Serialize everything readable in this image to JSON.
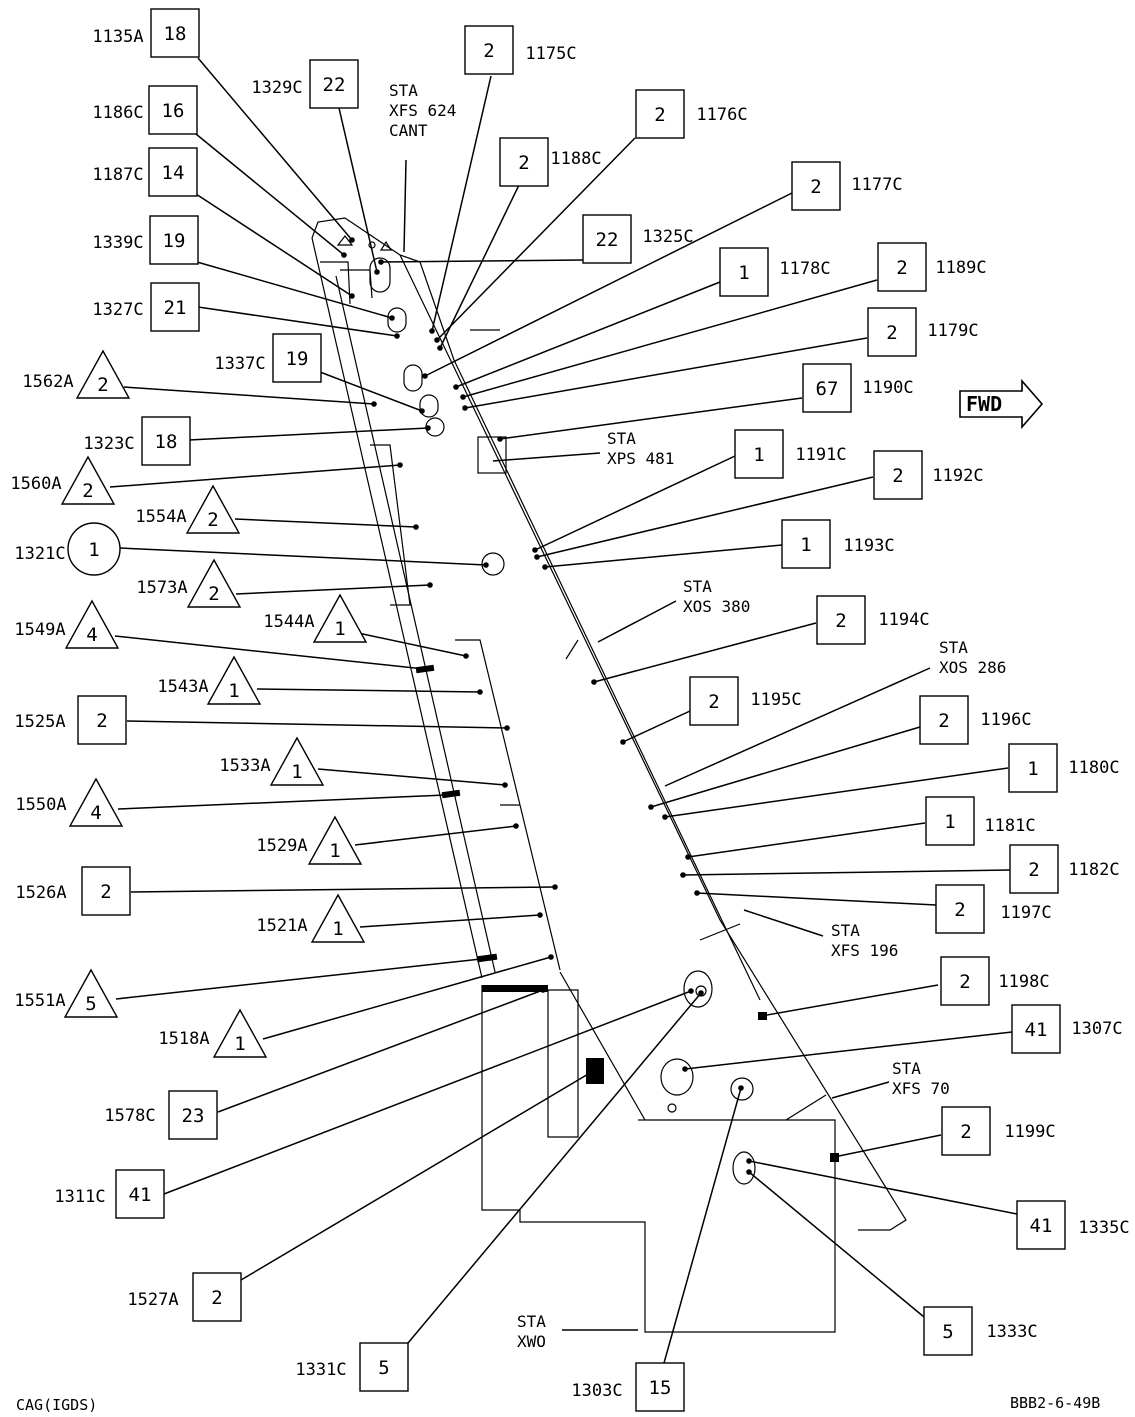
{
  "footer": {
    "left": "CAG(IGDS)",
    "right": "BBB2-6-49B"
  },
  "fwd": {
    "label": "FWD"
  },
  "stations": [
    {
      "id": "xfs624",
      "lines": [
        "STA",
        "XFS 624",
        "CANT"
      ]
    },
    {
      "id": "xps481",
      "lines": [
        "STA",
        "XPS 481"
      ]
    },
    {
      "id": "xos380",
      "lines": [
        "STA",
        "XOS 380"
      ]
    },
    {
      "id": "xos286",
      "lines": [
        "STA",
        "XOS 286"
      ]
    },
    {
      "id": "xfs196",
      "lines": [
        "STA",
        "XFS 196"
      ]
    },
    {
      "id": "xfs70",
      "lines": [
        "STA",
        "XFS 70"
      ]
    },
    {
      "id": "xw0",
      "lines": [
        "STA",
        "XWO"
      ]
    }
  ],
  "callouts": [
    {
      "code": "1135A",
      "shape": "box",
      "value": "18"
    },
    {
      "code": "1186C",
      "shape": "box",
      "value": "16"
    },
    {
      "code": "1187C",
      "shape": "box",
      "value": "14"
    },
    {
      "code": "1339C",
      "shape": "box",
      "value": "19"
    },
    {
      "code": "1327C",
      "shape": "box",
      "value": "21"
    },
    {
      "code": "1329C",
      "shape": "box",
      "value": "22"
    },
    {
      "code": "1337C",
      "shape": "box",
      "value": "19"
    },
    {
      "code": "1323C",
      "shape": "box",
      "value": "18"
    },
    {
      "code": "1562A",
      "shape": "triangle",
      "value": "2"
    },
    {
      "code": "1560A",
      "shape": "triangle",
      "value": "2"
    },
    {
      "code": "1554A",
      "shape": "triangle",
      "value": "2"
    },
    {
      "code": "1321C",
      "shape": "circle",
      "value": "1"
    },
    {
      "code": "1573A",
      "shape": "triangle",
      "value": "2"
    },
    {
      "code": "1549A",
      "shape": "triangle",
      "value": "4"
    },
    {
      "code": "1544A",
      "shape": "triangle",
      "value": "1"
    },
    {
      "code": "1543A",
      "shape": "triangle",
      "value": "1"
    },
    {
      "code": "1525A",
      "shape": "box",
      "value": "2"
    },
    {
      "code": "1533A",
      "shape": "triangle",
      "value": "1"
    },
    {
      "code": "1550A",
      "shape": "triangle",
      "value": "4"
    },
    {
      "code": "1529A",
      "shape": "triangle",
      "value": "1"
    },
    {
      "code": "1526A",
      "shape": "box",
      "value": "2"
    },
    {
      "code": "1521A",
      "shape": "triangle",
      "value": "1"
    },
    {
      "code": "1551A",
      "shape": "triangle",
      "value": "5"
    },
    {
      "code": "1518A",
      "shape": "triangle",
      "value": "1"
    },
    {
      "code": "1578C",
      "shape": "box",
      "value": "23"
    },
    {
      "code": "1311C",
      "shape": "box",
      "value": "41"
    },
    {
      "code": "1527A",
      "shape": "box",
      "value": "2"
    },
    {
      "code": "1331C",
      "shape": "box",
      "value": "5"
    },
    {
      "code": "1303C",
      "shape": "box",
      "value": "15"
    },
    {
      "code": "1175C",
      "shape": "box",
      "value": "2"
    },
    {
      "code": "1176C",
      "shape": "box",
      "value": "2"
    },
    {
      "code": "1188C",
      "shape": "box",
      "value": "2"
    },
    {
      "code": "1177C",
      "shape": "box",
      "value": "2"
    },
    {
      "code": "1325C",
      "shape": "box",
      "value": "22"
    },
    {
      "code": "1178C",
      "shape": "box",
      "value": "1"
    },
    {
      "code": "1189C",
      "shape": "box",
      "value": "2"
    },
    {
      "code": "1179C",
      "shape": "box",
      "value": "2"
    },
    {
      "code": "1190C",
      "shape": "box",
      "value": "67"
    },
    {
      "code": "1191C",
      "shape": "box",
      "value": "1"
    },
    {
      "code": "1192C",
      "shape": "box",
      "value": "2"
    },
    {
      "code": "1193C",
      "shape": "box",
      "value": "1"
    },
    {
      "code": "1194C",
      "shape": "box",
      "value": "2"
    },
    {
      "code": "1195C",
      "shape": "box",
      "value": "2"
    },
    {
      "code": "1196C",
      "shape": "box",
      "value": "2"
    },
    {
      "code": "1180C",
      "shape": "box",
      "value": "1"
    },
    {
      "code": "1181C",
      "shape": "box",
      "value": "1"
    },
    {
      "code": "1182C",
      "shape": "box",
      "value": "2"
    },
    {
      "code": "1197C",
      "shape": "box",
      "value": "2"
    },
    {
      "code": "1198C",
      "shape": "box",
      "value": "2"
    },
    {
      "code": "1307C",
      "shape": "box",
      "value": "41"
    },
    {
      "code": "1199C",
      "shape": "box",
      "value": "2"
    },
    {
      "code": "1335C",
      "shape": "box",
      "value": "41"
    },
    {
      "code": "1333C",
      "shape": "box",
      "value": "5"
    }
  ]
}
